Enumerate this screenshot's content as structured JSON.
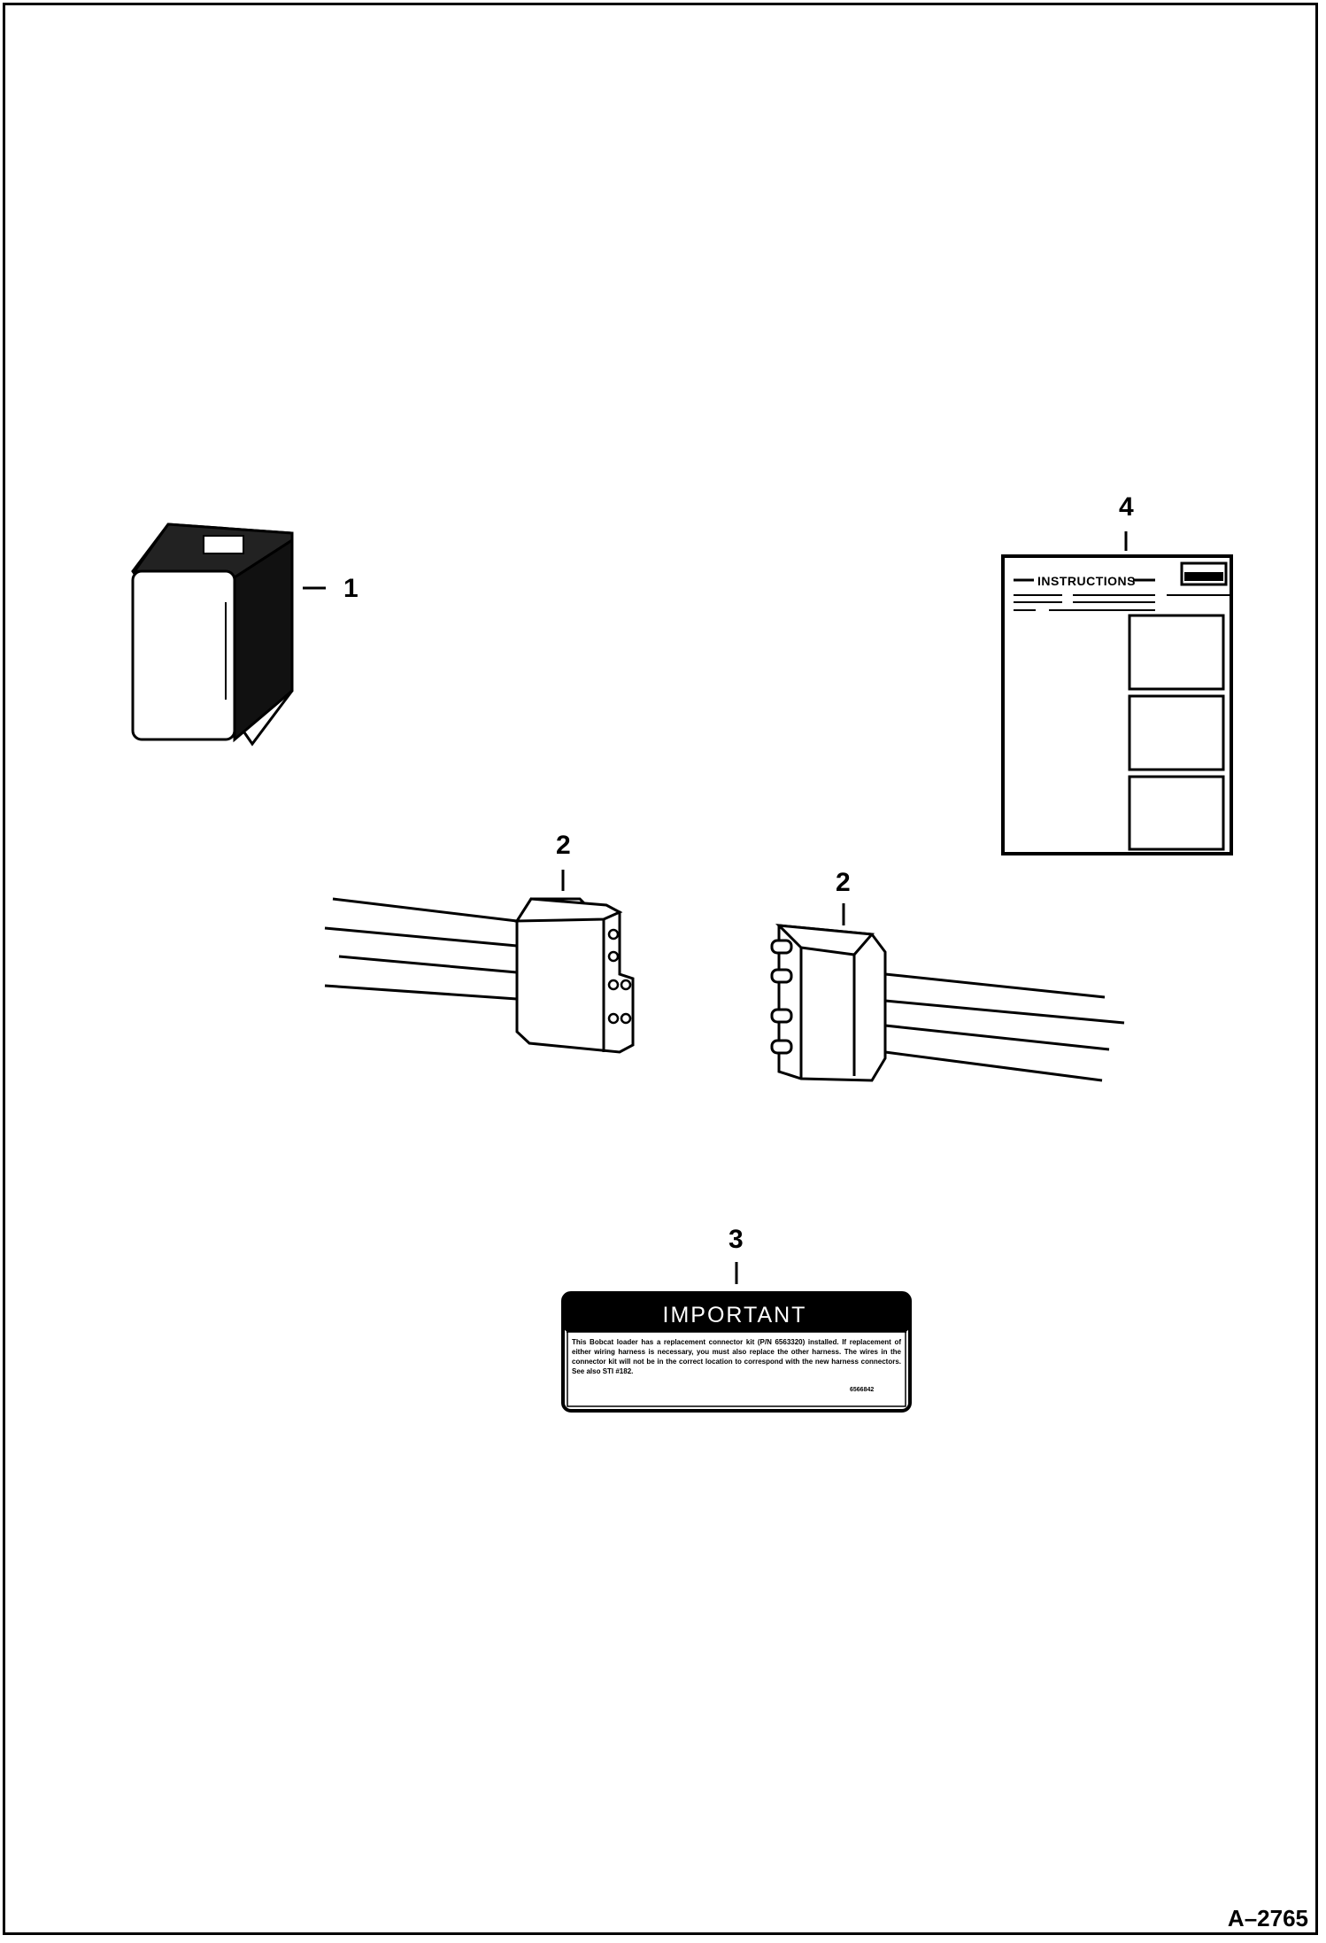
{
  "figure": {
    "code": "A–2765"
  },
  "callouts": {
    "item1": "1",
    "item2a": "2",
    "item2b": "2",
    "item3": "3",
    "item4": "4"
  },
  "label": {
    "title": "IMPORTANT",
    "body": "This Bobcat loader has a replacement connector kit (P/N 6563320) installed. If replacement of either wiring harness is necessary, you must also replace the other harness. The wires in the connector kit will not be in the correct location to correspond with the new harness connectors. See also STI #182.",
    "code": "6566842"
  },
  "instruction_sheet": {
    "title": "INSTRUCTIONS"
  }
}
